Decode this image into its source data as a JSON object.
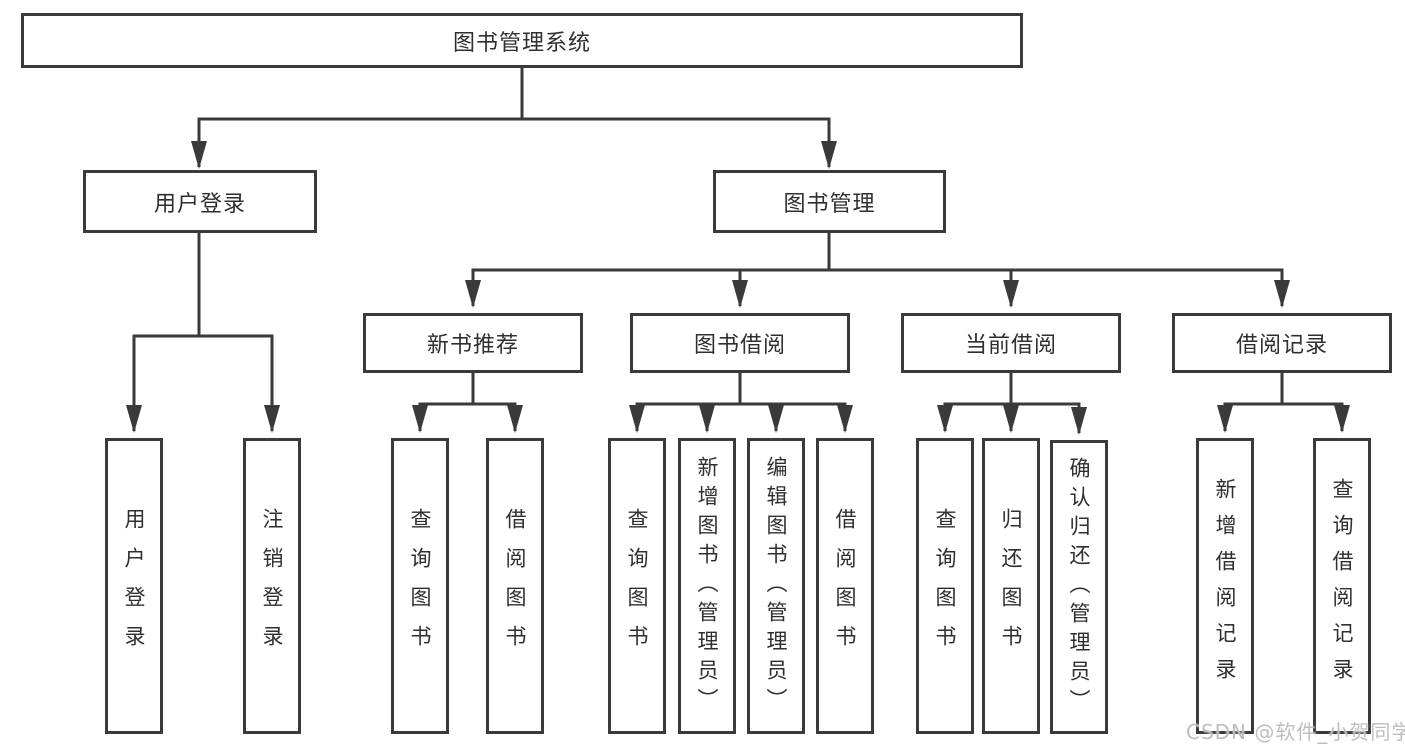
{
  "tree": {
    "root": {
      "label": "图书管理系统",
      "children": [
        {
          "label": "用户登录",
          "children": [
            {
              "label": "用户登录"
            },
            {
              "label": "注销登录"
            }
          ]
        },
        {
          "label": "图书管理",
          "children": [
            {
              "label": "新书推荐",
              "children": [
                {
                  "label": "查询图书"
                },
                {
                  "label": "借阅图书"
                }
              ]
            },
            {
              "label": "图书借阅",
              "children": [
                {
                  "label": "查询图书"
                },
                {
                  "label": "新增图书（管理员）"
                },
                {
                  "label": "编辑图书（管理员）"
                },
                {
                  "label": "借阅图书"
                }
              ]
            },
            {
              "label": "当前借阅",
              "children": [
                {
                  "label": "查询图书"
                },
                {
                  "label": "归还图书"
                },
                {
                  "label": "确认归还（管理员）"
                }
              ]
            },
            {
              "label": "借阅记录",
              "children": [
                {
                  "label": "新增借阅记录"
                },
                {
                  "label": "查询借阅记录"
                }
              ]
            }
          ]
        }
      ]
    }
  },
  "watermark": {
    "text": "CSDN @软件_小贺同学"
  },
  "colors": {
    "line": "#3a3a3a",
    "text": "#2f2f2f",
    "box_background": "#ffffff",
    "page_background": "#ffffff",
    "watermark": "#bababa"
  }
}
